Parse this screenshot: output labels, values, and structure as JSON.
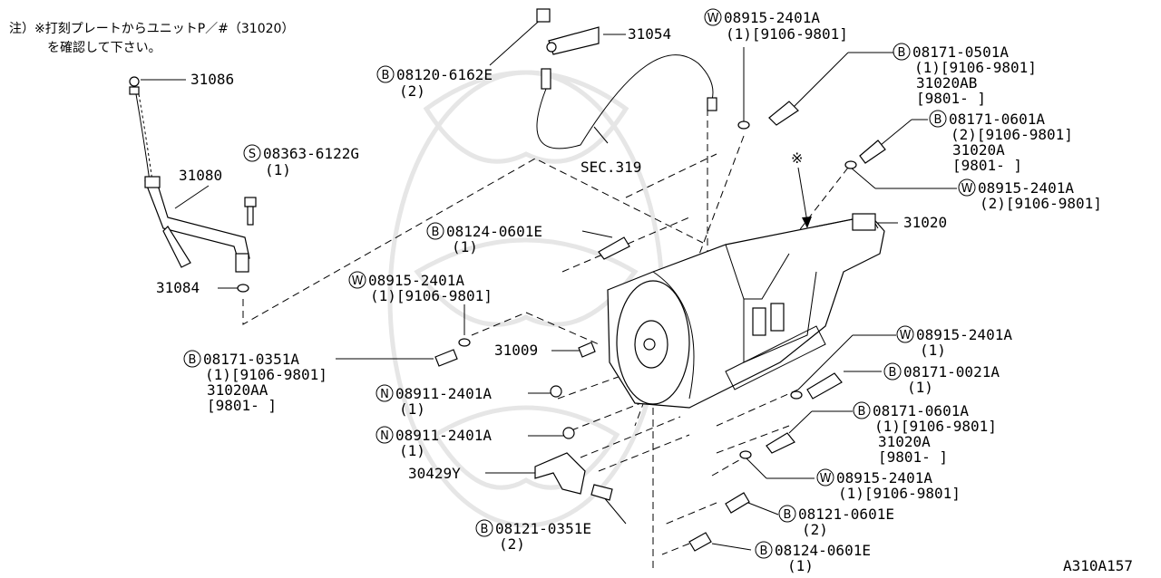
{
  "note": {
    "line1": "注）※打刻プレートからユニットP／#（31020）",
    "line2": "を確認して下さい。"
  },
  "diagram_id": "A310A157",
  "sec_ref": "SEC.319",
  "marker": "※",
  "callouts": {
    "p31086": {
      "lines": [
        "31086"
      ]
    },
    "p31080": {
      "lines": [
        "31080"
      ]
    },
    "p31084": {
      "lines": [
        "31084"
      ]
    },
    "p31054": {
      "lines": [
        "31054"
      ]
    },
    "p31009": {
      "lines": [
        "31009"
      ]
    },
    "p31020": {
      "lines": [
        "31020"
      ]
    },
    "p30429y": {
      "lines": [
        "30429Y"
      ]
    },
    "s08363": {
      "symbol": "S",
      "lines": [
        "08363-6122G",
        "(1)"
      ]
    },
    "b08120": {
      "symbol": "B",
      "lines": [
        "08120-6162E",
        "(2)"
      ]
    },
    "w08915a": {
      "symbol": "W",
      "lines": [
        "08915-2401A",
        "(1)[9106-9801]"
      ]
    },
    "b08171_0501": {
      "symbol": "B",
      "lines": [
        "08171-0501A",
        "(1)[9106-9801]",
        "31020AB",
        "[9801-    ]"
      ]
    },
    "b08171_0601a": {
      "symbol": "B",
      "lines": [
        "08171-0601A",
        "(2)[9106-9801]",
        "31020A",
        "[9801-    ]"
      ]
    },
    "w08915b": {
      "symbol": "W",
      "lines": [
        "08915-2401A",
        "(2)[9106-9801]"
      ]
    },
    "b08124a": {
      "symbol": "B",
      "lines": [
        "08124-0601E",
        "(1)"
      ]
    },
    "w08915c": {
      "symbol": "W",
      "lines": [
        "08915-2401A",
        "(1)[9106-9801]"
      ]
    },
    "b08171_0351": {
      "symbol": "B",
      "lines": [
        "08171-0351A",
        "(1)[9106-9801]",
        "31020AA",
        "[9801-    ]"
      ]
    },
    "n08911a": {
      "symbol": "N",
      "lines": [
        "08911-2401A",
        "(1)"
      ]
    },
    "n08911b": {
      "symbol": "N",
      "lines": [
        "08911-2401A",
        "(1)"
      ]
    },
    "w08915d": {
      "symbol": "W",
      "lines": [
        "08915-2401A",
        "(1)"
      ]
    },
    "b08171_0021": {
      "symbol": "B",
      "lines": [
        "08171-0021A",
        "(1)"
      ]
    },
    "b08171_0601b": {
      "symbol": "B",
      "lines": [
        "08171-0601A",
        "(1)[9106-9801]",
        "31020A",
        "[9801-    ]"
      ]
    },
    "w08915e": {
      "symbol": "W",
      "lines": [
        "08915-2401A",
        "(1)[9106-9801]"
      ]
    },
    "b08121_0601": {
      "symbol": "B",
      "lines": [
        "08121-0601E",
        "(2)"
      ]
    },
    "b08121_0351": {
      "symbol": "B",
      "lines": [
        "08121-0351E",
        "(2)"
      ]
    },
    "b08124b": {
      "symbol": "B",
      "lines": [
        "08124-0601E",
        "(1)"
      ]
    }
  }
}
